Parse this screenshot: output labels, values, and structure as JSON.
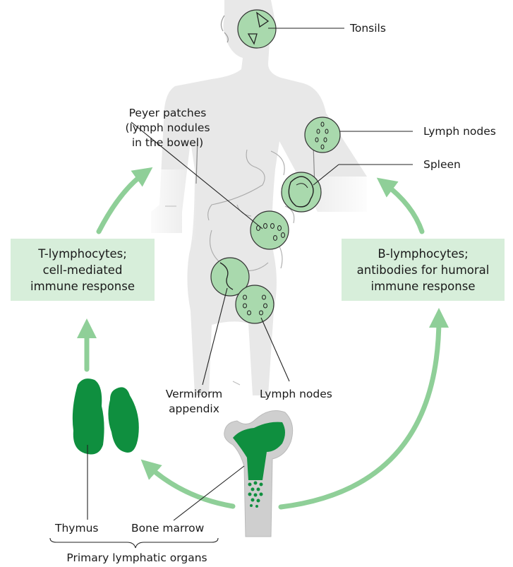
{
  "labels": {
    "tonsils": "Tonsils",
    "peyer_patches": [
      "Peyer patches",
      "(lymph nodules",
      "in the bowel)"
    ],
    "lymph_nodes_upper": "Lymph nodes",
    "spleen": "Spleen",
    "vermiform_appendix": [
      "Vermiform",
      "appendix"
    ],
    "lymph_nodes_lower": "Lymph nodes",
    "thymus": "Thymus",
    "bone_marrow": "Bone marrow",
    "primary_organs": "Primary lymphatic organs"
  },
  "boxes": {
    "t_cells": [
      "T-lymphocytes;",
      "cell-mediated",
      "immune response"
    ],
    "b_cells": [
      "B-lymphocytes;",
      "antibodies for humoral",
      "immune response"
    ]
  },
  "colors": {
    "organ_green": "#0f8f3f",
    "circle_fill": "#a9d9ad",
    "arrow_green": "#8fcf98",
    "box_fill": "#d7eeda",
    "body_gray": "#e8e8e8"
  }
}
